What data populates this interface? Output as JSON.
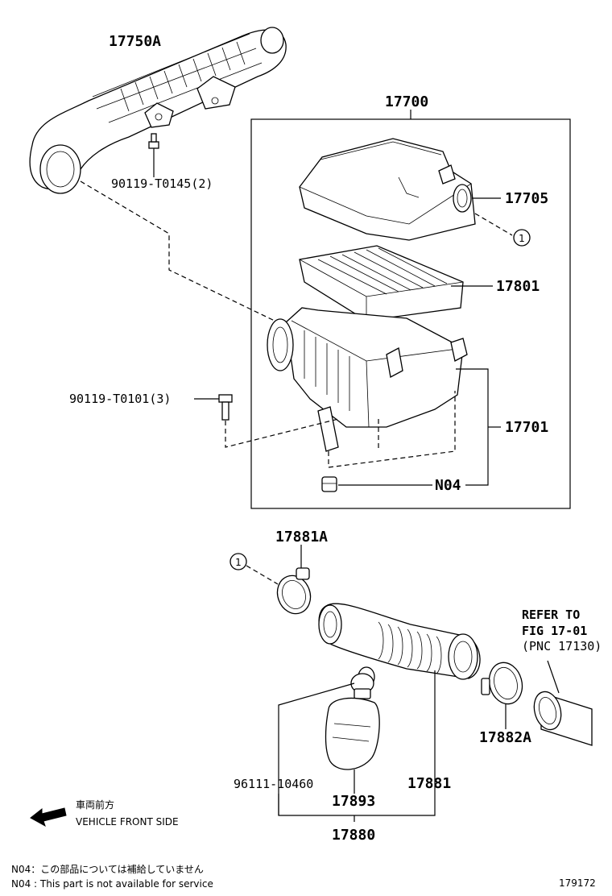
{
  "parts": {
    "p17750A": "17750A",
    "p90119_T0145": "90119-T0145(2)",
    "p17700": "17700",
    "p17705": "17705",
    "p17801": "17801",
    "p90119_T0101": "90119-T0101(3)",
    "p17701": "17701",
    "pN04": "N04",
    "p17881A": "17881A",
    "p17882A": "17882A",
    "p96111_10460": "96111-10460",
    "p17881": "17881",
    "p17893": "17893",
    "p17880": "17880"
  },
  "reference": {
    "line1": "REFER TO",
    "line2": "FIG 17-01",
    "line3": "(PNC 17130)"
  },
  "callout_marker": "1",
  "direction": {
    "label_jp": "車両前方",
    "label_en": "VEHICLE FRONT SIDE"
  },
  "notes": {
    "jp": "N04：この部品については補給していません",
    "en": "N04 : This part is not available for service"
  },
  "figure_id": "179172"
}
